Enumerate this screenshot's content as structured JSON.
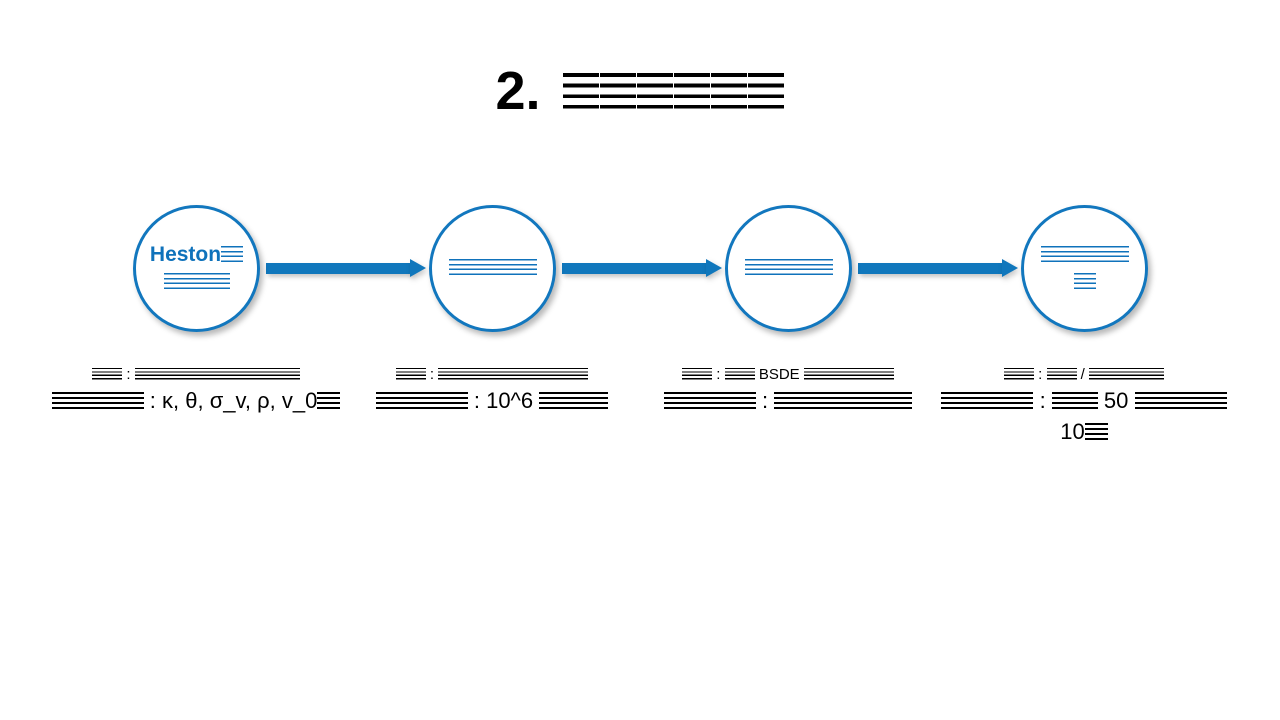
{
  "slide": {
    "background_color": "#ffffff",
    "accent_color": "#1077bc",
    "node_text_color": "#0f72bb",
    "caption_text_color": "#000000"
  },
  "title": {
    "number": "2.",
    "heading_tofu_count": 6,
    "rendered_text": "2. □□□□□□"
  },
  "flow": {
    "nodes": [
      {
        "id": "node-1",
        "index": 1,
        "label_latin": "Heston",
        "label_tofu_count": 4,
        "rendered_text": "Heston□□□□"
      },
      {
        "id": "node-2",
        "index": 2,
        "label_latin": "",
        "label_tofu_count": 4,
        "rendered_text": "□□□□"
      },
      {
        "id": "node-3",
        "index": 3,
        "label_latin": "",
        "label_tofu_count": 4,
        "rendered_text": "□□□□"
      },
      {
        "id": "node-4",
        "index": 4,
        "label_latin": "",
        "label_tofu_count": 5,
        "rendered_text": "□□□□□"
      }
    ],
    "arrows": [
      {
        "id": "arrow-1",
        "from": "node-1",
        "to": "node-2",
        "direction": "right"
      },
      {
        "id": "arrow-2",
        "from": "node-2",
        "to": "node-3",
        "direction": "right"
      },
      {
        "id": "arrow-3",
        "from": "node-3",
        "to": "node-4",
        "direction": "right"
      }
    ]
  },
  "captions": [
    {
      "id": "caption-1",
      "for_node": "node-1",
      "line1": {
        "segments": [
          {
            "type": "tofu",
            "count": 2
          },
          {
            "type": "text",
            "value": " : "
          },
          {
            "type": "tofu",
            "count": 11
          }
        ],
        "rendered_text": "□□ : □□□□□□□□□□□"
      },
      "line2": {
        "segments": [
          {
            "type": "tofu",
            "count": 4
          },
          {
            "type": "text",
            "value": " : κ, θ, σ_v, ρ, v_0"
          },
          {
            "type": "tofu",
            "count": 1
          }
        ],
        "rendered_text": "□□□□ : κ, θ, σ_v, ρ, v_0□"
      }
    },
    {
      "id": "caption-2",
      "for_node": "node-2",
      "line1": {
        "segments": [
          {
            "type": "tofu",
            "count": 2
          },
          {
            "type": "text",
            "value": " : "
          },
          {
            "type": "tofu",
            "count": 10
          }
        ],
        "rendered_text": "□□ : □□□□□□□□□□"
      },
      "line2": {
        "segments": [
          {
            "type": "tofu",
            "count": 4
          },
          {
            "type": "text",
            "value": " : 10^6 "
          },
          {
            "type": "tofu",
            "count": 3
          }
        ],
        "rendered_text": "□□□□ : 10^6 □□□"
      }
    },
    {
      "id": "caption-3",
      "for_node": "node-3",
      "line1": {
        "segments": [
          {
            "type": "tofu",
            "count": 2
          },
          {
            "type": "text",
            "value": " : "
          },
          {
            "type": "tofu",
            "count": 2
          },
          {
            "type": "text",
            "value": " BSDE "
          },
          {
            "type": "tofu",
            "count": 6
          }
        ],
        "rendered_text": "□□ : □□ BSDE □□□□□□"
      },
      "line2": {
        "segments": [
          {
            "type": "tofu",
            "count": 4
          },
          {
            "type": "text",
            "value": " : "
          },
          {
            "type": "tofu",
            "count": 6
          }
        ],
        "rendered_text": "□□□□ : □□□□□□"
      }
    },
    {
      "id": "caption-4",
      "for_node": "node-4",
      "line1": {
        "segments": [
          {
            "type": "tofu",
            "count": 2
          },
          {
            "type": "text",
            "value": " : "
          },
          {
            "type": "tofu",
            "count": 2
          },
          {
            "type": "text",
            "value": " / "
          },
          {
            "type": "tofu",
            "count": 5
          }
        ],
        "rendered_text": "□□ : □□ / □□□□□"
      },
      "line2": {
        "segments": [
          {
            "type": "tofu",
            "count": 4
          },
          {
            "type": "text",
            "value": " : "
          },
          {
            "type": "tofu",
            "count": 2
          },
          {
            "type": "text",
            "value": " 50 "
          },
          {
            "type": "tofu",
            "count": 4
          },
          {
            "type": "text",
            "value": " 10"
          },
          {
            "type": "tofu",
            "count": 1
          }
        ],
        "rendered_text": "□□□□ : □□ 50 □□□□ 10□"
      }
    }
  ]
}
